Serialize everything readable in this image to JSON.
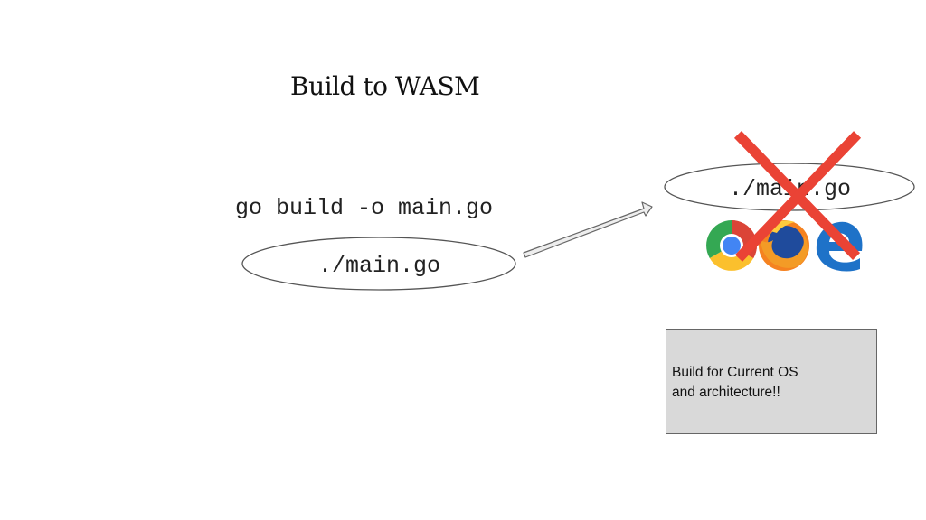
{
  "slide": {
    "title": "Build to WASM",
    "command": "go build -o main.go",
    "source_file_label": "./main.go",
    "target_file_label": "./main.go",
    "note": {
      "line1": "Build for Current OS",
      "line2": "and architecture!!"
    },
    "browsers": [
      "chrome-icon",
      "firefox-icon",
      "edge-icon"
    ],
    "cross_mark_color": "#ea4335",
    "note_background": "#d9d9d9"
  }
}
